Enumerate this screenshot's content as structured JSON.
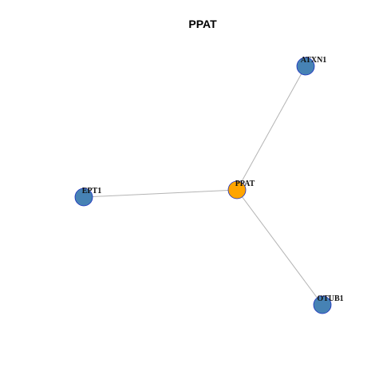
{
  "title": "PPAT",
  "colors": {
    "center": "#FFA500",
    "neighbor": "#4682B4",
    "node_border": "#1A2FBF",
    "edge": "#B4B4B4"
  },
  "nodes": [
    {
      "id": "PPAT",
      "label": "PPAT",
      "role": "center"
    },
    {
      "id": "ATXN1",
      "label": "ATXN1",
      "role": "neighbor"
    },
    {
      "id": "EPT1",
      "label": "EPT1",
      "role": "neighbor"
    },
    {
      "id": "OTUB1",
      "label": "OTUB1",
      "role": "neighbor"
    }
  ],
  "edges": [
    {
      "source": "PPAT",
      "target": "ATXN1"
    },
    {
      "source": "PPAT",
      "target": "EPT1"
    },
    {
      "source": "PPAT",
      "target": "OTUB1"
    }
  ]
}
